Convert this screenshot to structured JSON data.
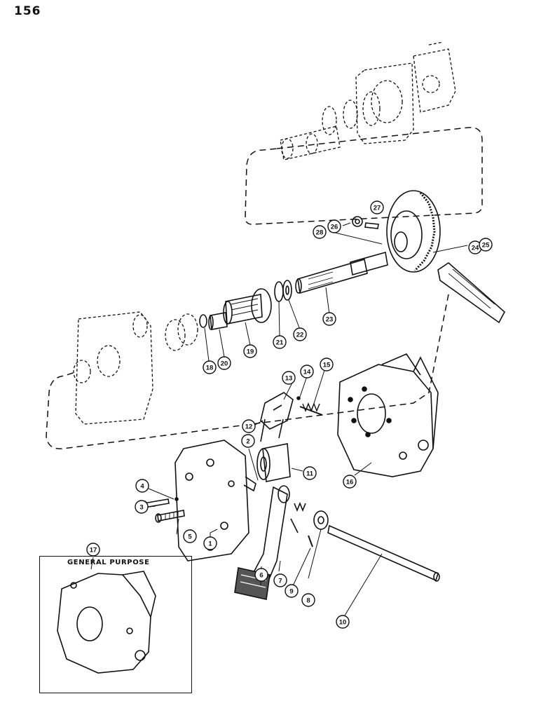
{
  "page": {
    "number": "156"
  },
  "inset": {
    "title": "GENERAL PURPOSE",
    "callout": "17"
  },
  "callouts": [
    "1",
    "2",
    "3",
    "4",
    "5",
    "6",
    "7",
    "8",
    "9",
    "10",
    "11",
    "12",
    "13",
    "14",
    "15",
    "16",
    "17",
    "18",
    "19",
    "20",
    "21",
    "22",
    "23",
    "24",
    "25",
    "26",
    "27",
    "28"
  ],
  "colors": {
    "ink": "#111111",
    "paper": "#ffffff",
    "shade": "#555555"
  }
}
